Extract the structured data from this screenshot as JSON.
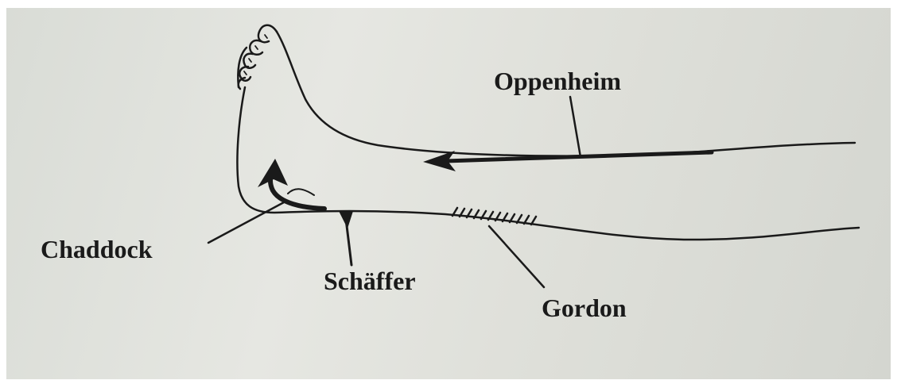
{
  "figure": {
    "labels": {
      "oppenheim": "Oppenheim",
      "chaddock": "Chaddock",
      "schaffer": "Schäffer",
      "gordon": "Gordon"
    }
  },
  "colors": {
    "ink": "#1a1a1a",
    "paper": "#e2e3de"
  }
}
